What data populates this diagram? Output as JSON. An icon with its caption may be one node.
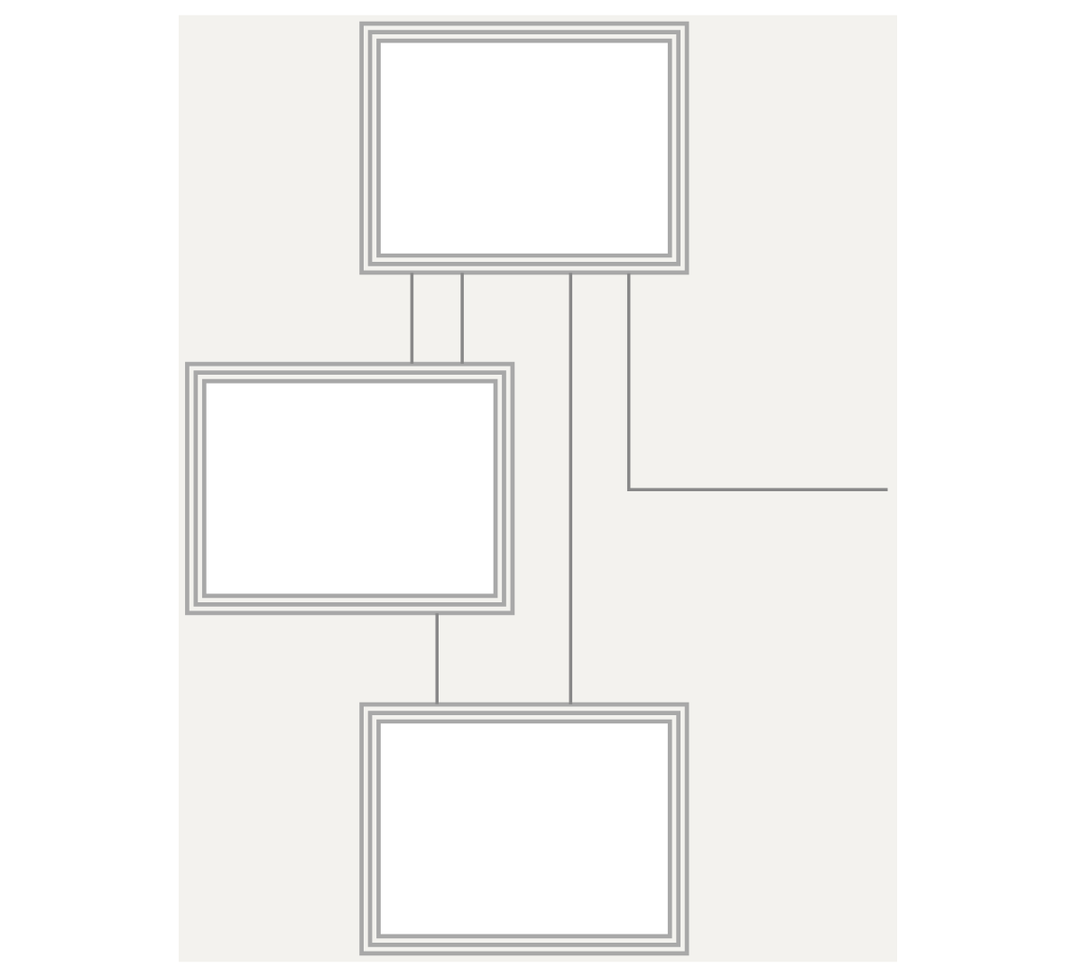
{
  "diagram": {
    "nodes": [
      {
        "text": [],
        "shape": "box"
      },
      {
        "text": [],
        "shape": "box"
      },
      {
        "text": [],
        "shape": "box"
      }
    ],
    "edges": [
      {
        "from": 0,
        "to": 1,
        "arrow": "none"
      },
      {
        "from": 0,
        "to": 1,
        "arrow": "none"
      },
      {
        "from": 0,
        "to": 2,
        "arrow": "none"
      },
      {
        "from": 1,
        "to": 2,
        "arrow": "none"
      },
      {
        "from": 0,
        "to": null,
        "arrow": "none"
      }
    ]
  }
}
